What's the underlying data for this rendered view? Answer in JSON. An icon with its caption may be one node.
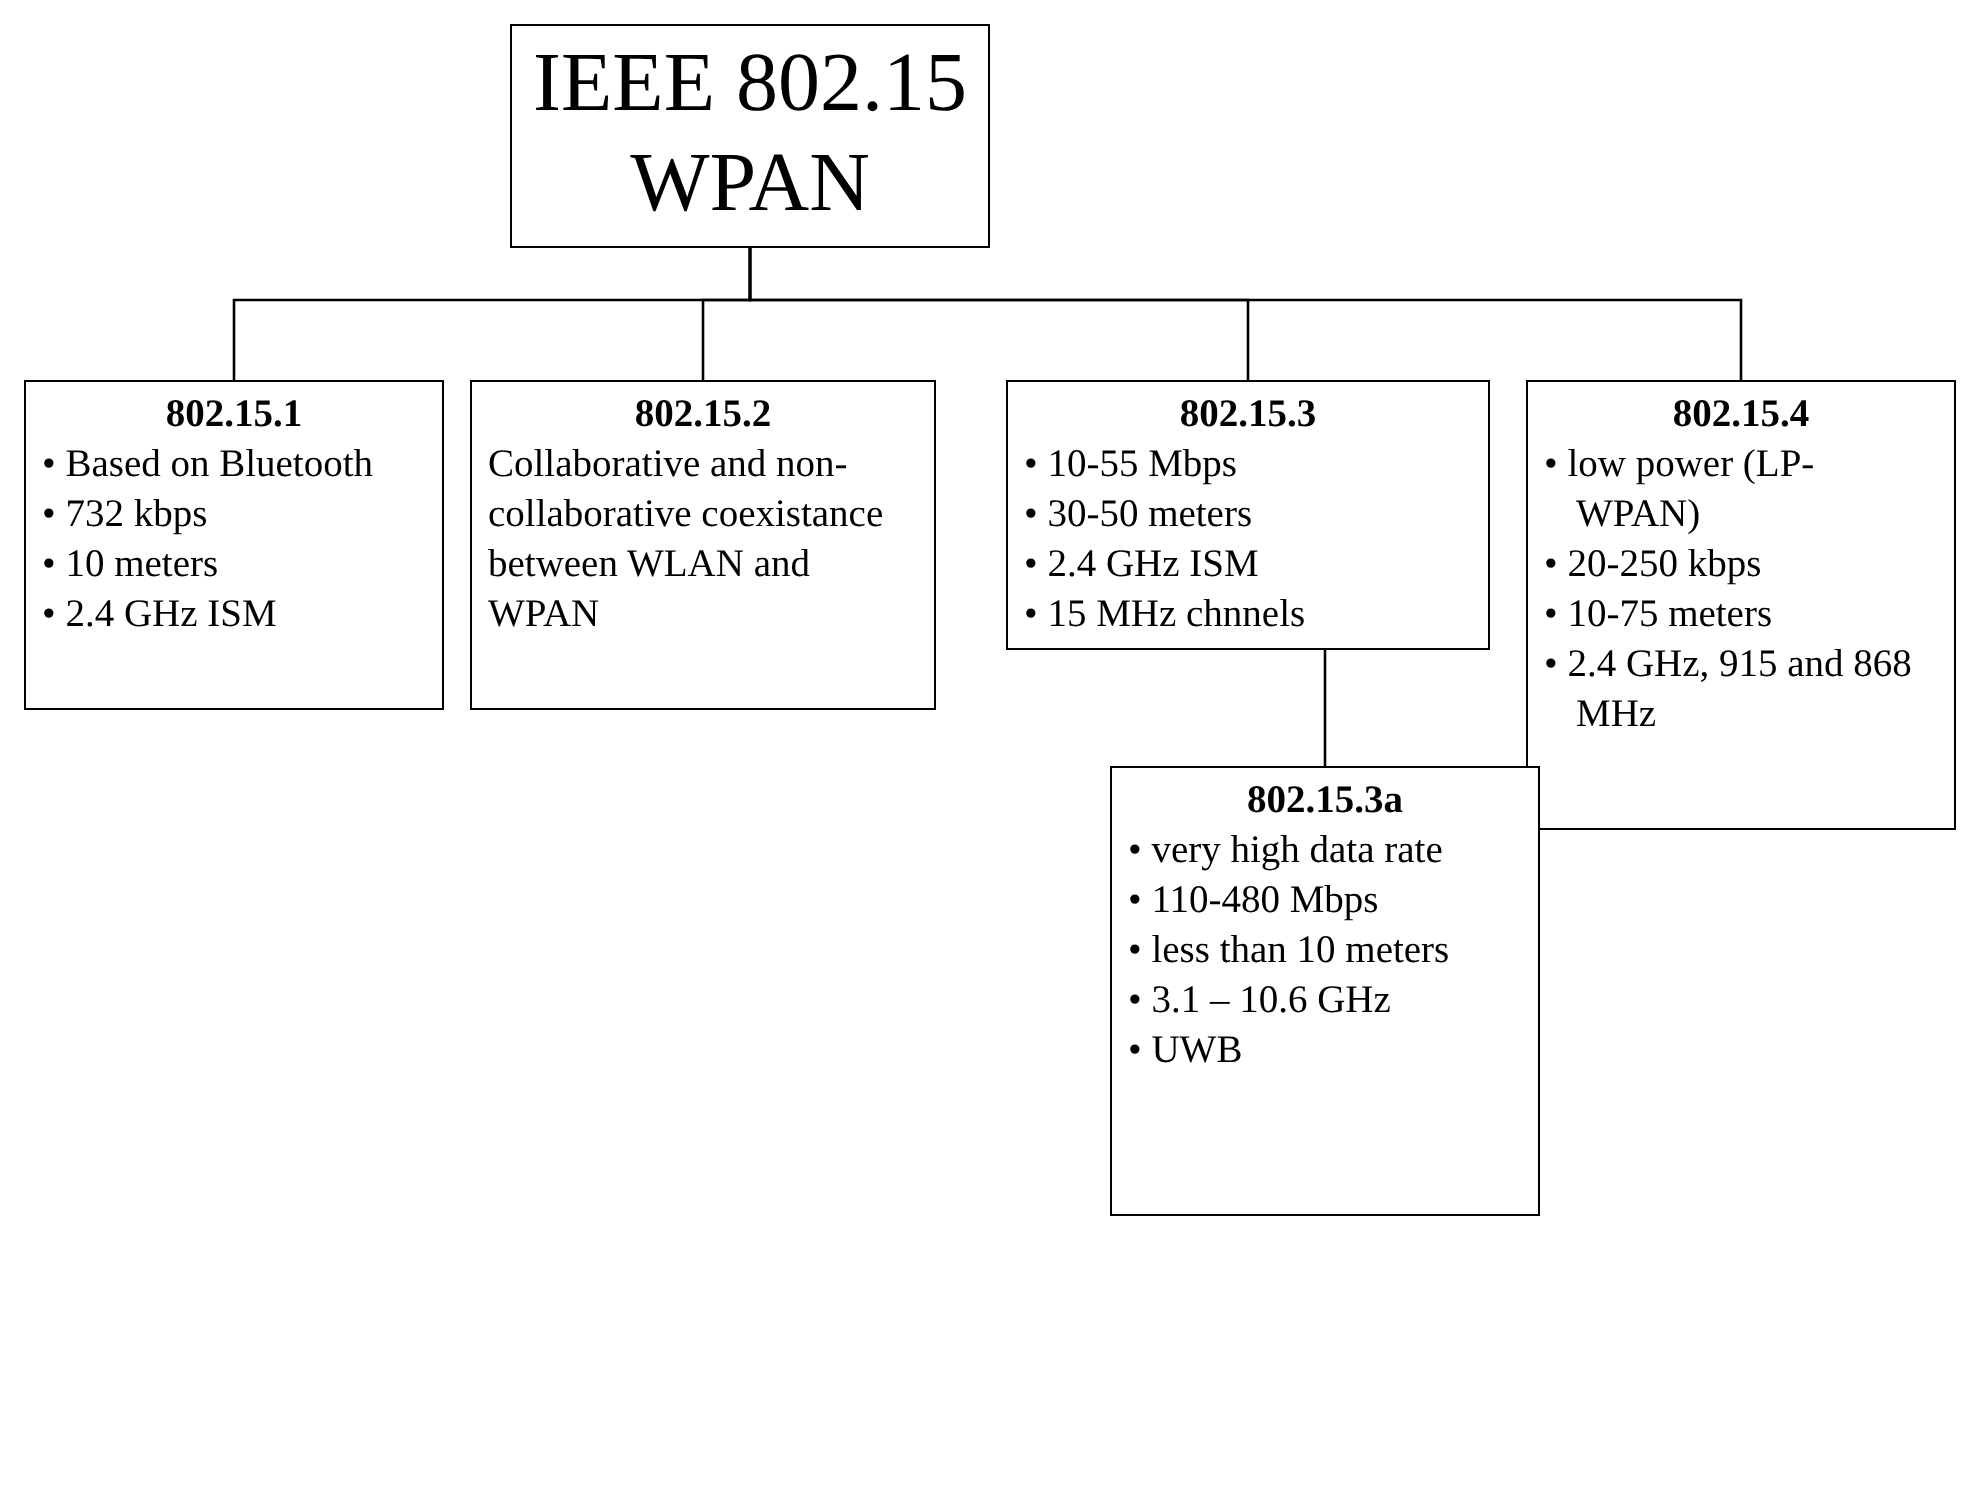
{
  "diagram": {
    "nodes": [
      {
        "text": [
          "IEEE 802.15 WPAN"
        ]
      },
      {
        "text": [
          "802.15.1",
          "• Based on Bluetooth",
          "• 732 kbps",
          "• 10 meters",
          "• 2.4 GHz ISM"
        ]
      },
      {
        "text": [
          "802.15.2",
          "Collaborative and non-collaborative coexistance between WLAN and WPAN"
        ]
      },
      {
        "text": [
          "802.15.3",
          "• 10-55 Mbps",
          "• 30-50 meters",
          "• 2.4 GHz ISM",
          "• 15 MHz chnnels"
        ]
      },
      {
        "text": [
          "802.15.4",
          "• low power (LP-WPAN)",
          "• 20-250 kbps",
          "• 10-75 meters",
          "• 2.4 GHz, 915 and 868 MHz"
        ]
      },
      {
        "text": [
          "802.15.3a",
          "• very high data rate",
          "• 110-480 Mbps",
          "• less than 10 meters",
          "• 3.1 – 10.6 GHz",
          "• UWB"
        ]
      }
    ],
    "edges": [
      {
        "from": 0,
        "to": 1,
        "arrow": "none"
      },
      {
        "from": 0,
        "to": 2,
        "arrow": "none"
      },
      {
        "from": 0,
        "to": 3,
        "arrow": "none"
      },
      {
        "from": 0,
        "to": 4,
        "arrow": "none"
      },
      {
        "from": 3,
        "to": 5,
        "arrow": "none"
      }
    ]
  }
}
